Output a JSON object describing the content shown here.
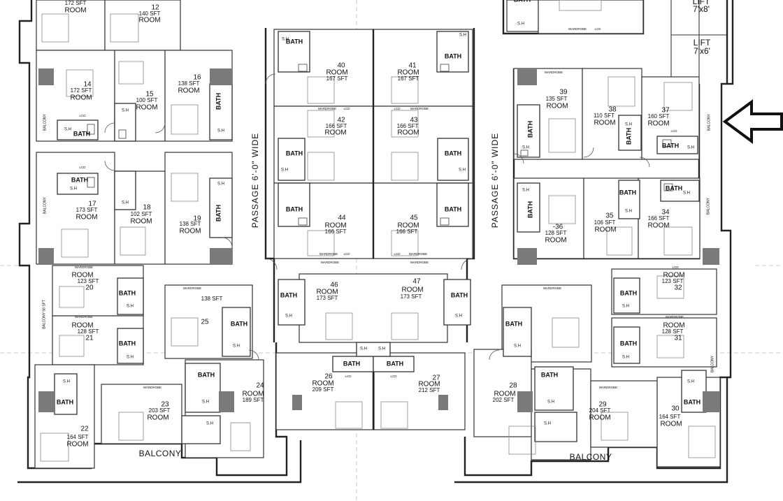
{
  "rooms": [
    {
      "num": "12",
      "area": "140 SFT",
      "word": "ROOM"
    },
    {
      "num": "14",
      "area": "172 SFT",
      "word": "ROOM"
    },
    {
      "num": "15",
      "area": "100 SFT",
      "word": "ROOM"
    },
    {
      "num": "16",
      "area": "138 SFT",
      "word": "ROOM"
    },
    {
      "num": "17",
      "area": "173 SFT",
      "word": "ROOM"
    },
    {
      "num": "18",
      "area": "102 SFT",
      "word": "ROOM"
    },
    {
      "num": "19",
      "area": "138 SFT",
      "word": "ROOM"
    },
    {
      "num": "20",
      "area": "123 SFT",
      "word": "ROOM"
    },
    {
      "num": "21",
      "area": "128 SFT",
      "word": "ROOM"
    },
    {
      "num": "22",
      "area": "164 SFT",
      "word": "ROOM"
    },
    {
      "num": "23",
      "area": "203 SFT",
      "word": "ROOM"
    },
    {
      "num": "24",
      "area": "189 SFT",
      "word": "ROOM"
    },
    {
      "num": "25",
      "area": "138 SFT",
      "word": ""
    },
    {
      "num": "26",
      "area": "209 SFT",
      "word": "ROOM"
    },
    {
      "num": "27",
      "area": "212 SFT",
      "word": "ROOM"
    },
    {
      "num": "28",
      "area": "202 SFT",
      "word": "ROOM"
    },
    {
      "num": "29",
      "area": "204 SFT",
      "word": "ROOM"
    },
    {
      "num": "30",
      "area": "164 SFT",
      "word": "ROOM"
    },
    {
      "num": "31",
      "area": "128 SFT",
      "word": "ROOM"
    },
    {
      "num": "32",
      "area": "123 SFT",
      "word": "ROOM"
    },
    {
      "num": "34",
      "area": "166 SFT",
      "word": "ROOM"
    },
    {
      "num": "35",
      "area": "106 SFT",
      "word": "ROOM"
    },
    {
      "num": "-36",
      "area": "128 SFT",
      "word": "ROOM"
    },
    {
      "num": "37",
      "area": "160 SFT",
      "word": "ROOM"
    },
    {
      "num": "38",
      "area": "110 SFT",
      "word": "ROOM"
    },
    {
      "num": "39",
      "area": "135 SFT",
      "word": "ROOM"
    },
    {
      "num": "40",
      "area": "167 SFT",
      "word": "ROOM"
    },
    {
      "num": "41",
      "area": "167 SFT",
      "word": "ROOM"
    },
    {
      "num": "42",
      "area": "166 SFT",
      "word": "ROOM"
    },
    {
      "num": "43",
      "area": "166 SFT",
      "word": "ROOM"
    },
    {
      "num": "44",
      "area": "166 SFT",
      "word": "ROOM"
    },
    {
      "num": "45",
      "area": "166 SFT",
      "word": "ROOM"
    },
    {
      "num": "46",
      "area": "173 SFT",
      "word": "ROOM"
    },
    {
      "num": "47",
      "area": "173 SFT",
      "word": "ROOM"
    }
  ],
  "top_partial_room": {
    "area": "172 SFT"
  },
  "labels": {
    "bath": "BATH",
    "sh": "S.H",
    "wardrobe": "WARDROBE",
    "lcd": "LCD",
    "balcony": "BALCONY",
    "balcony_small": "BALCONY",
    "balcony_sft": "BALCONY 58 SFT",
    "passage": "PASSAGE 6'-0\" WIDE"
  },
  "lifts": [
    {
      "name": "LIFT",
      "size": "7'x8'"
    },
    {
      "name": "LIFT",
      "size": "7'x6'"
    }
  ],
  "colors": {
    "wall": "#222222",
    "column": "#7a7a7a",
    "arrow": "#111111"
  },
  "icons": {
    "arrow": "arrow-left-icon"
  }
}
